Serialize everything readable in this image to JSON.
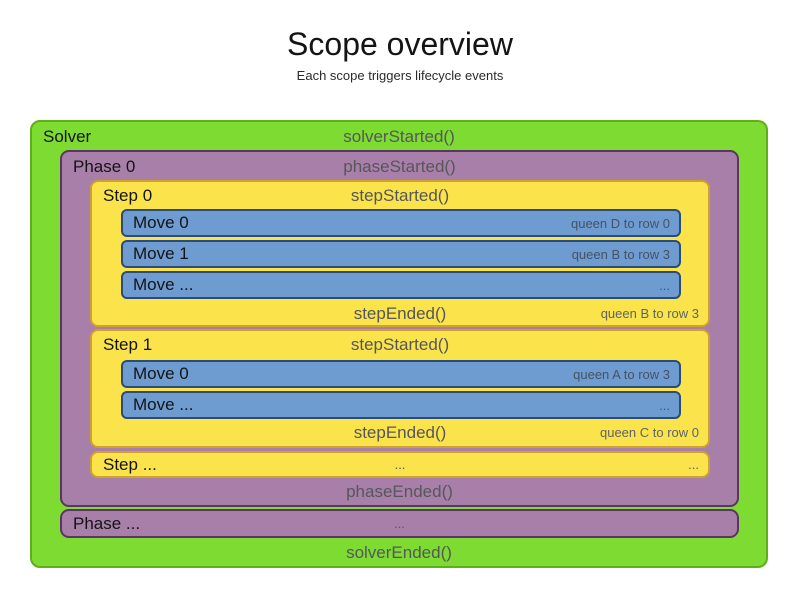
{
  "title": "Scope overview",
  "subtitle": "Each scope triggers lifecycle events",
  "colors": {
    "solver_fill": "#7edb31",
    "solver_border": "#5fae1c",
    "phase_fill": "#a87fa8",
    "phase_border": "#5c3566",
    "step_fill": "#fae34b",
    "step_border": "#cfa12f",
    "move_fill": "#6e9cd0",
    "move_border": "#2b4c79",
    "label_text": "#141414",
    "event_text": "#55575b",
    "detail_text": "#5f6368"
  },
  "solver": {
    "label": "Solver",
    "started_event": "solverStarted()",
    "ended_event": "solverEnded()",
    "phases": [
      {
        "label": "Phase 0",
        "started_event": "phaseStarted()",
        "ended_event": "phaseEnded()",
        "steps": [
          {
            "label": "Step 0",
            "started_event": "stepStarted()",
            "ended_event": "stepEnded()",
            "ended_detail": "queen B to row 3",
            "moves": [
              {
                "label": "Move 0",
                "detail": "queen D to row 0"
              },
              {
                "label": "Move 1",
                "detail": "queen B to row 3"
              },
              {
                "label": "Move ...",
                "detail": "..."
              }
            ]
          },
          {
            "label": "Step 1",
            "started_event": "stepStarted()",
            "ended_event": "stepEnded()",
            "ended_detail": "queen C to row 0",
            "moves": [
              {
                "label": "Move 0",
                "detail": "queen A to row 3"
              },
              {
                "label": "Move ...",
                "detail": "..."
              }
            ]
          }
        ],
        "step_ellipsis": {
          "label": "Step ...",
          "center": "...",
          "right": "..."
        }
      }
    ],
    "phase_ellipsis": {
      "label": "Phase ...",
      "center": "..."
    }
  }
}
